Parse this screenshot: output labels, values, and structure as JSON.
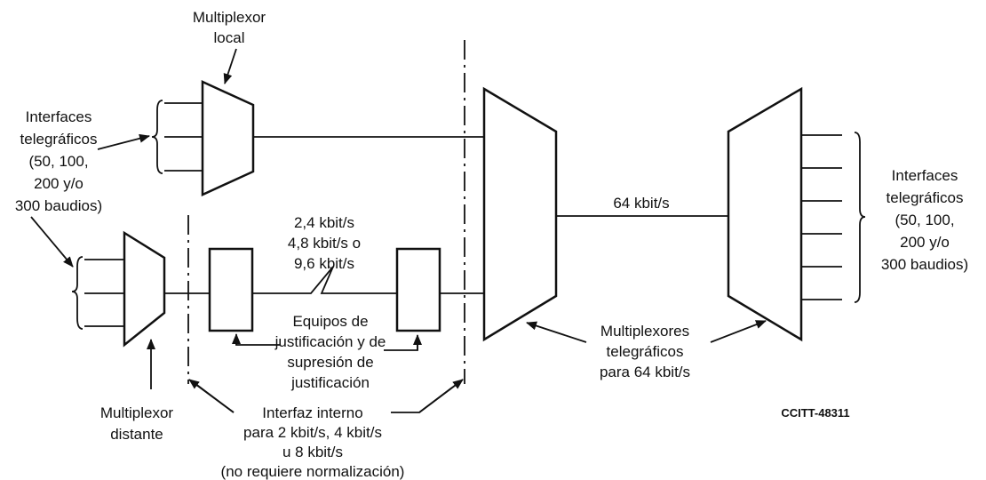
{
  "labels": {
    "local_mux": [
      "Multiplexor",
      "local"
    ],
    "left_interfaces": [
      "Interfaces",
      "telegráficos",
      "(50, 100,",
      "200 y/o",
      "300 baudios)"
    ],
    "right_interfaces": [
      "Interfaces",
      "telegráficos",
      "(50, 100,",
      "200 y/o",
      "300 baudios)"
    ],
    "rates": [
      "2,4 kbit/s",
      "4,8 kbit/s o",
      "9,6 kbit/s"
    ],
    "trunk": "64 kbit/s",
    "justification": [
      "Equipos de",
      "justificación y de",
      "supresión de",
      "justificación"
    ],
    "mux_64": [
      "Multiplexores",
      "telegráficos",
      "para 64 kbit/s"
    ],
    "remote_mux": [
      "Multiplexor",
      "distante"
    ],
    "internal_interface": [
      "Interfaz interno",
      "para 2 kbit/s, 4 kbit/s",
      "u 8 kbit/s",
      "(no requiere normalización)"
    ],
    "figure_code": "CCITT-48311"
  }
}
